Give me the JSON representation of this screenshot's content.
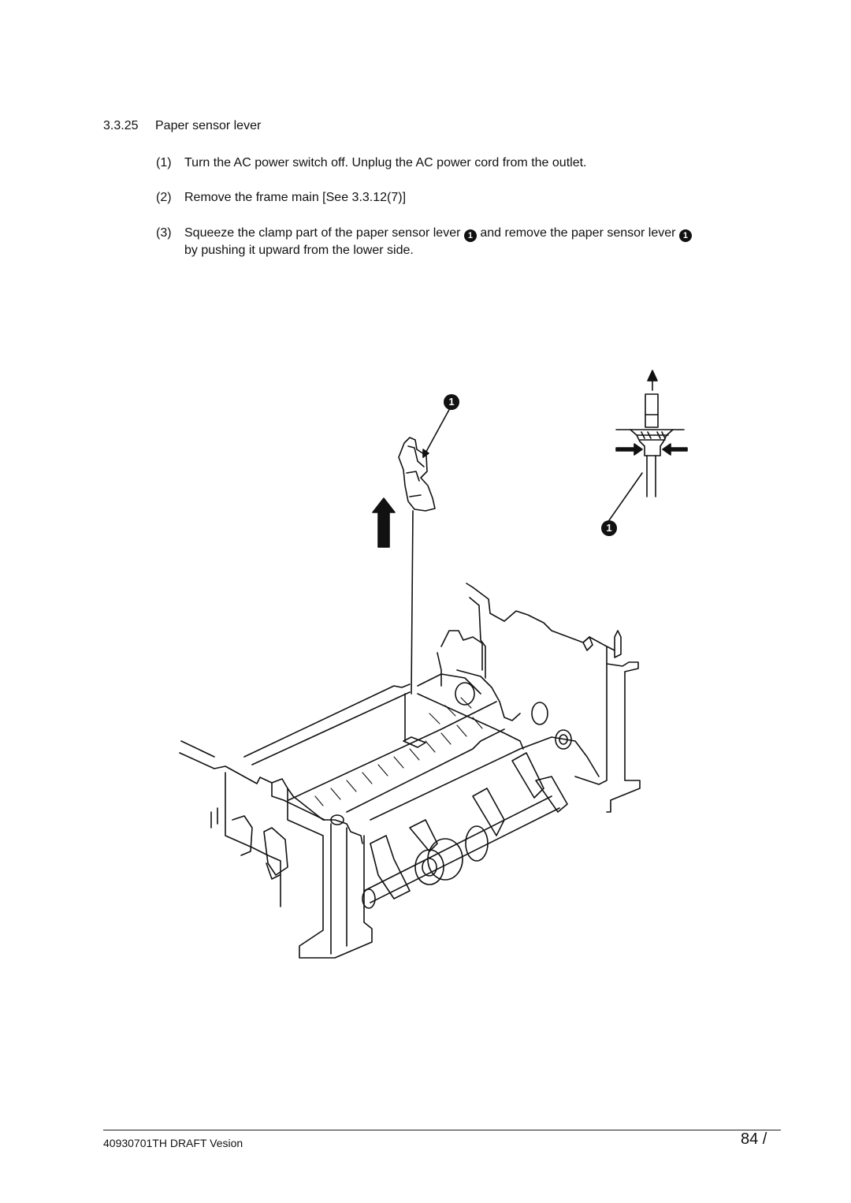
{
  "section": {
    "number": "3.3.25",
    "title": "Paper sensor lever"
  },
  "steps": [
    {
      "num": "(1)",
      "text": "Turn the AC power switch off. Unplug the AC power cord from the outlet."
    },
    {
      "num": "(2)",
      "text": "Remove the frame main [See 3.3.12(7)]"
    },
    {
      "num": "(3)",
      "text_a": "Squeeze the clamp part of the paper sensor lever",
      "text_b": "and remove the paper sensor lever",
      "text_c": "by pushing it upward from the lower side."
    }
  ],
  "callout": "1",
  "footer": {
    "doc_id": "40930701TH  DRAFT Vesion",
    "page": "84 /"
  }
}
